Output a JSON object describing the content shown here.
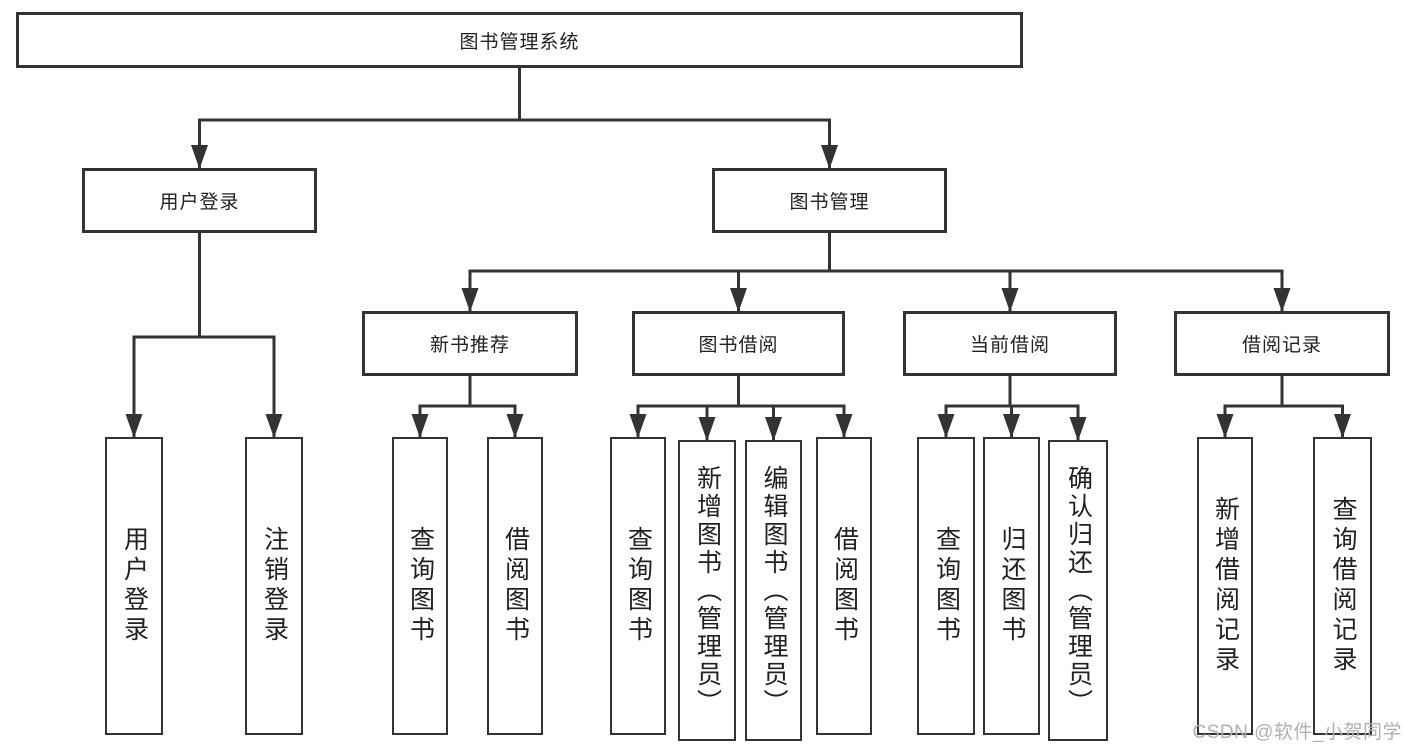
{
  "colors": {
    "background": "#ffffff",
    "line": "#333333",
    "box_fill": "#ffffff",
    "text": "#212121",
    "watermark": "#b0b0b0"
  },
  "watermark": {
    "text": "CSDN @软件_小贺同学"
  },
  "tree": {
    "label": "图书管理系统",
    "children": [
      {
        "label": "用户登录",
        "children": [
          {
            "label": "用户登录"
          },
          {
            "label": "注销登录"
          }
        ]
      },
      {
        "label": "图书管理",
        "children": [
          {
            "label": "新书推荐",
            "children": [
              {
                "label": "查询图书"
              },
              {
                "label": "借阅图书"
              }
            ]
          },
          {
            "label": "图书借阅",
            "children": [
              {
                "label": "查询图书"
              },
              {
                "label": "新增图书（管理员）"
              },
              {
                "label": "编辑图书（管理员）"
              },
              {
                "label": "借阅图书"
              }
            ]
          },
          {
            "label": "当前借阅",
            "children": [
              {
                "label": "查询图书"
              },
              {
                "label": "归还图书"
              },
              {
                "label": "确认归还（管理员）"
              }
            ]
          },
          {
            "label": "借阅记录",
            "children": [
              {
                "label": "新增借阅记录"
              },
              {
                "label": "查询借阅记录"
              }
            ]
          }
        ]
      }
    ]
  }
}
